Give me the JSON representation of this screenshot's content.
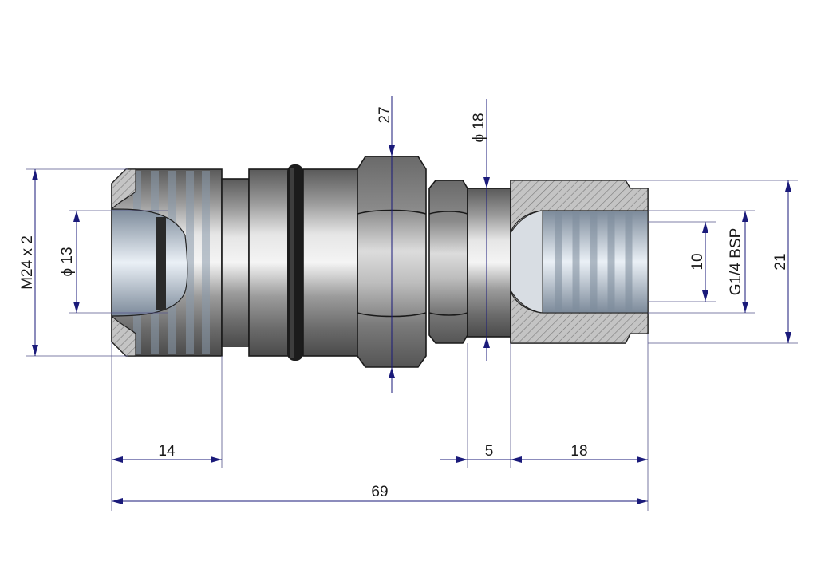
{
  "dimensions": {
    "thread_outer": "M24  x 2",
    "inner_diameter": "ϕ 13",
    "hex_size": "27",
    "neck_diameter": "ϕ 18",
    "bore": "10",
    "port_thread": "G1/4  BSP",
    "end_diameter": "21",
    "left_length": "14",
    "neck_length": "5",
    "port_length": "18",
    "total_length": "69"
  },
  "colors": {
    "dimension_line": "#1a1a7a",
    "steel_dark": "#5a5a5a",
    "steel_light": "#d8d8d8",
    "section_hatch": "#9a9a9a",
    "o_ring": "#1c1c1c"
  }
}
